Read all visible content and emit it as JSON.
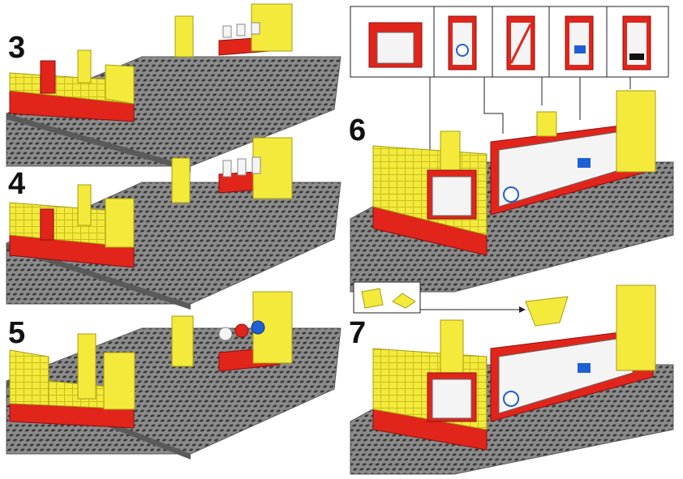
{
  "steps": [
    {
      "number": "3"
    },
    {
      "number": "4"
    },
    {
      "number": "5"
    },
    {
      "number": "6"
    },
    {
      "number": "7"
    }
  ],
  "colors": {
    "baseplate": "#8c8c8c",
    "baseplate_edge": "#5a5a5a",
    "stud": "#3a3a3a",
    "yellow": "#f3ea3c",
    "red": "#e1251b",
    "white": "#f4f4f4"
  },
  "parts_callouts": {
    "step6": {
      "panel_count": 5
    },
    "step7": {
      "piece_count": 2
    }
  }
}
